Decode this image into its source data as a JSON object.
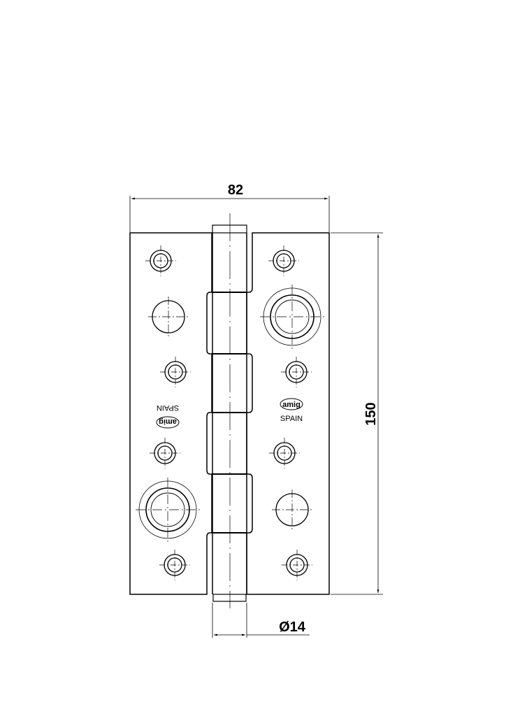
{
  "drawing": {
    "subject": "Security door hinge, technical drawing",
    "stroke_color": "#000000",
    "background": "#ffffff"
  },
  "dimensions": {
    "width_label": "82",
    "height_label": "150",
    "pin_diameter_label": "Ø14"
  },
  "markings": {
    "brand": "amig",
    "origin_left": "SPAIN",
    "origin_right": "SPAIN"
  }
}
